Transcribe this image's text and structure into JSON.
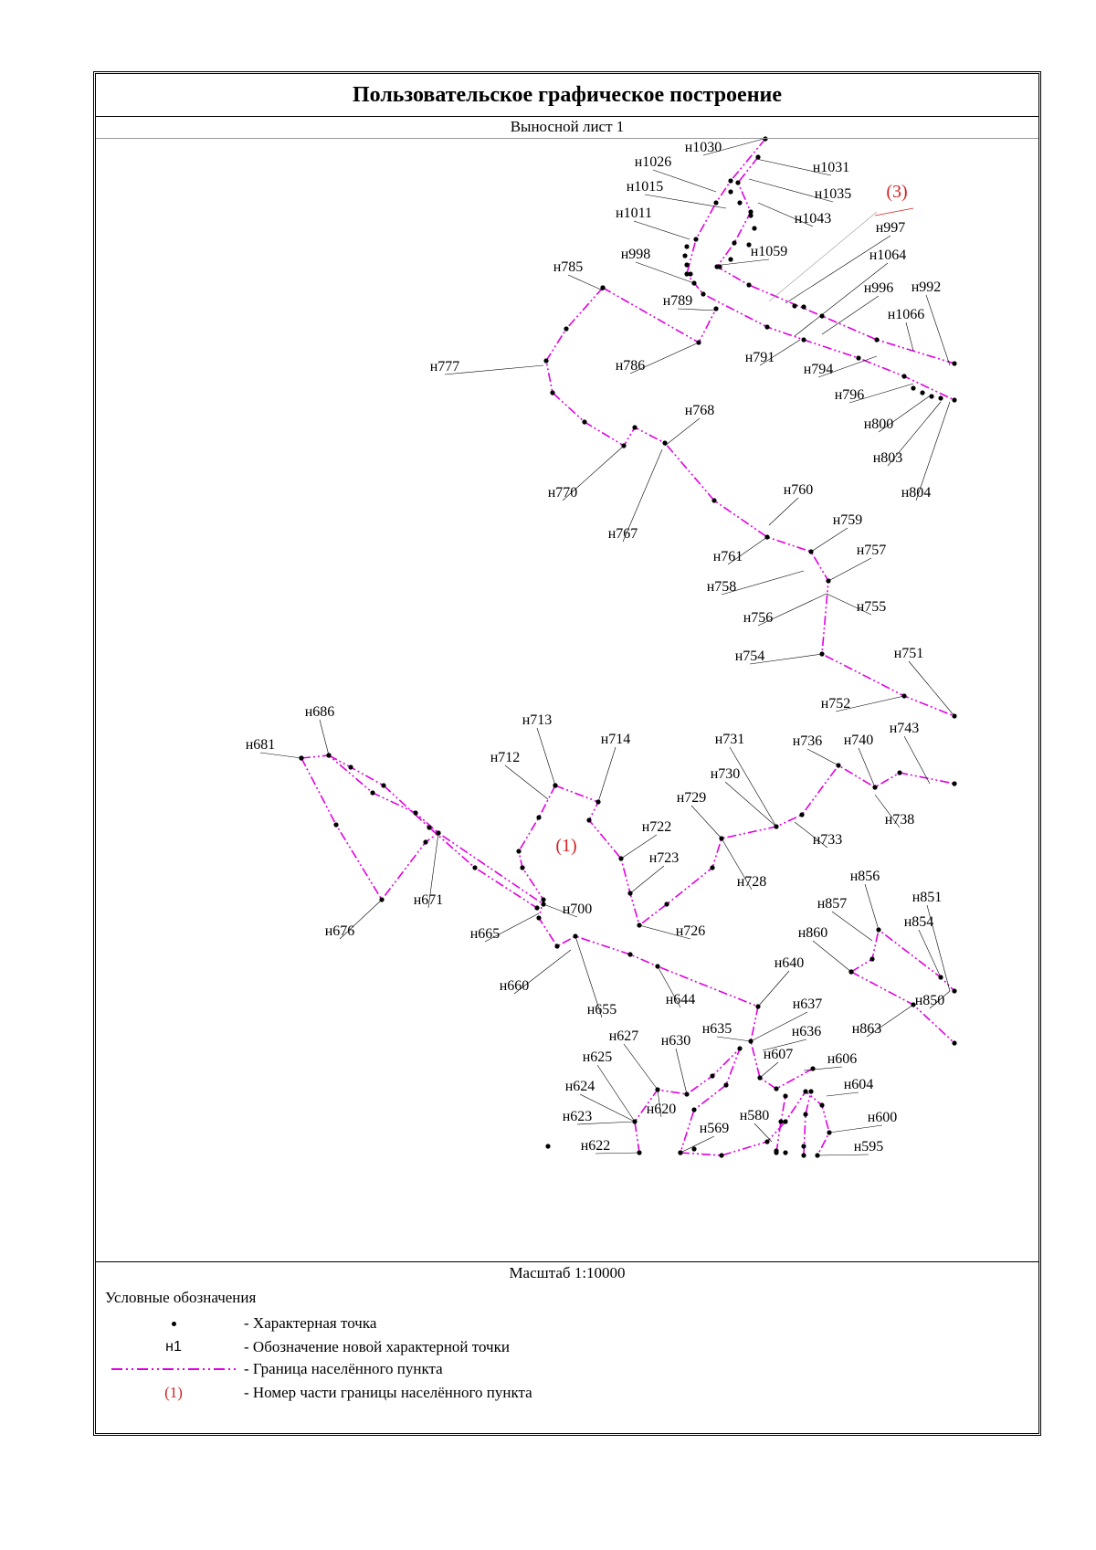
{
  "header": {
    "title": "Пользовательское графическое построение",
    "subtitle": "Выносной лист 1"
  },
  "footer": {
    "scale": "Масштаб 1:10000"
  },
  "colors": {
    "boundary": "#e100e1",
    "part_label": "#d42020",
    "point": "#000000",
    "leader": "#000000"
  },
  "legend": {
    "title": "Условные обозначения",
    "items": [
      {
        "symbol": "point-icon",
        "text": "- Характерная точка"
      },
      {
        "symbol_text": "н1",
        "text": "- Обозначение новой характерной точки"
      },
      {
        "symbol": "dash-dot-line-icon",
        "text": "- Граница населённого пункта"
      },
      {
        "symbol_text": "(1)",
        "text": "- Номер части границы населённого пункта"
      }
    ]
  },
  "part_labels": [
    "(3)",
    "(1)"
  ],
  "point_labels": [
    "н1030",
    "н1026",
    "н1031",
    "н1015",
    "н1035",
    "н1011",
    "н1043",
    "н997",
    "н998",
    "н1059",
    "н1064",
    "н785",
    "н996",
    "н992",
    "н789",
    "н1066",
    "н777",
    "н786",
    "н791",
    "н794",
    "н796",
    "н800",
    "н803",
    "н804",
    "н768",
    "н770",
    "н767",
    "н760",
    "н759",
    "н761",
    "н757",
    "н758",
    "н755",
    "н756",
    "н754",
    "н751",
    "н752",
    "н686",
    "н681",
    "н713",
    "н714",
    "н731",
    "н736",
    "н740",
    "н743",
    "н712",
    "н730",
    "н729",
    "н738",
    "н733",
    "н722",
    "н723",
    "н728",
    "н856",
    "н851",
    "н857",
    "н854",
    "н671",
    "н676",
    "н700",
    "н665",
    "н726",
    "н860",
    "н640",
    "н660",
    "н850",
    "н655",
    "н644",
    "н637",
    "н863",
    "н635",
    "н636",
    "н627",
    "н630",
    "н607",
    "н606",
    "н625",
    "н604",
    "н624",
    "н620",
    "н580",
    "н600",
    "н623",
    "н569",
    "н622",
    "н595"
  ]
}
